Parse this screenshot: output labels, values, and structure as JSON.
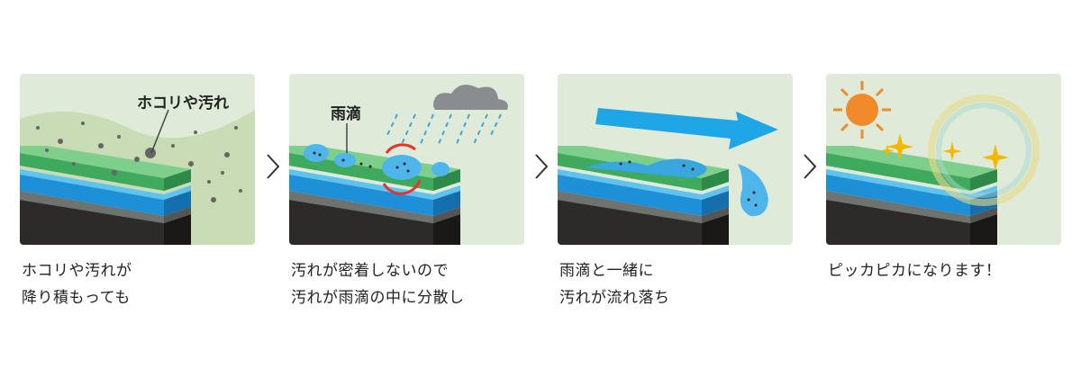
{
  "steps": [
    {
      "label": "ホコリや汚れ",
      "caption": [
        "ホコリや汚れが",
        "降り積もっても"
      ]
    },
    {
      "label": "雨滴",
      "caption": [
        "汚れが密着しないので",
        "汚れが雨滴の中に分散し"
      ]
    },
    {
      "caption": [
        "雨滴と一緒に",
        "汚れが流れ落ち"
      ]
    },
    {
      "caption": [
        "ピッカピカになります！"
      ]
    }
  ],
  "colors": {
    "background": "#dfead8",
    "green": "#4cb86a",
    "blue": "#1e90d8",
    "arrow": "#1fa6e6",
    "sun": "#f08a2a"
  }
}
